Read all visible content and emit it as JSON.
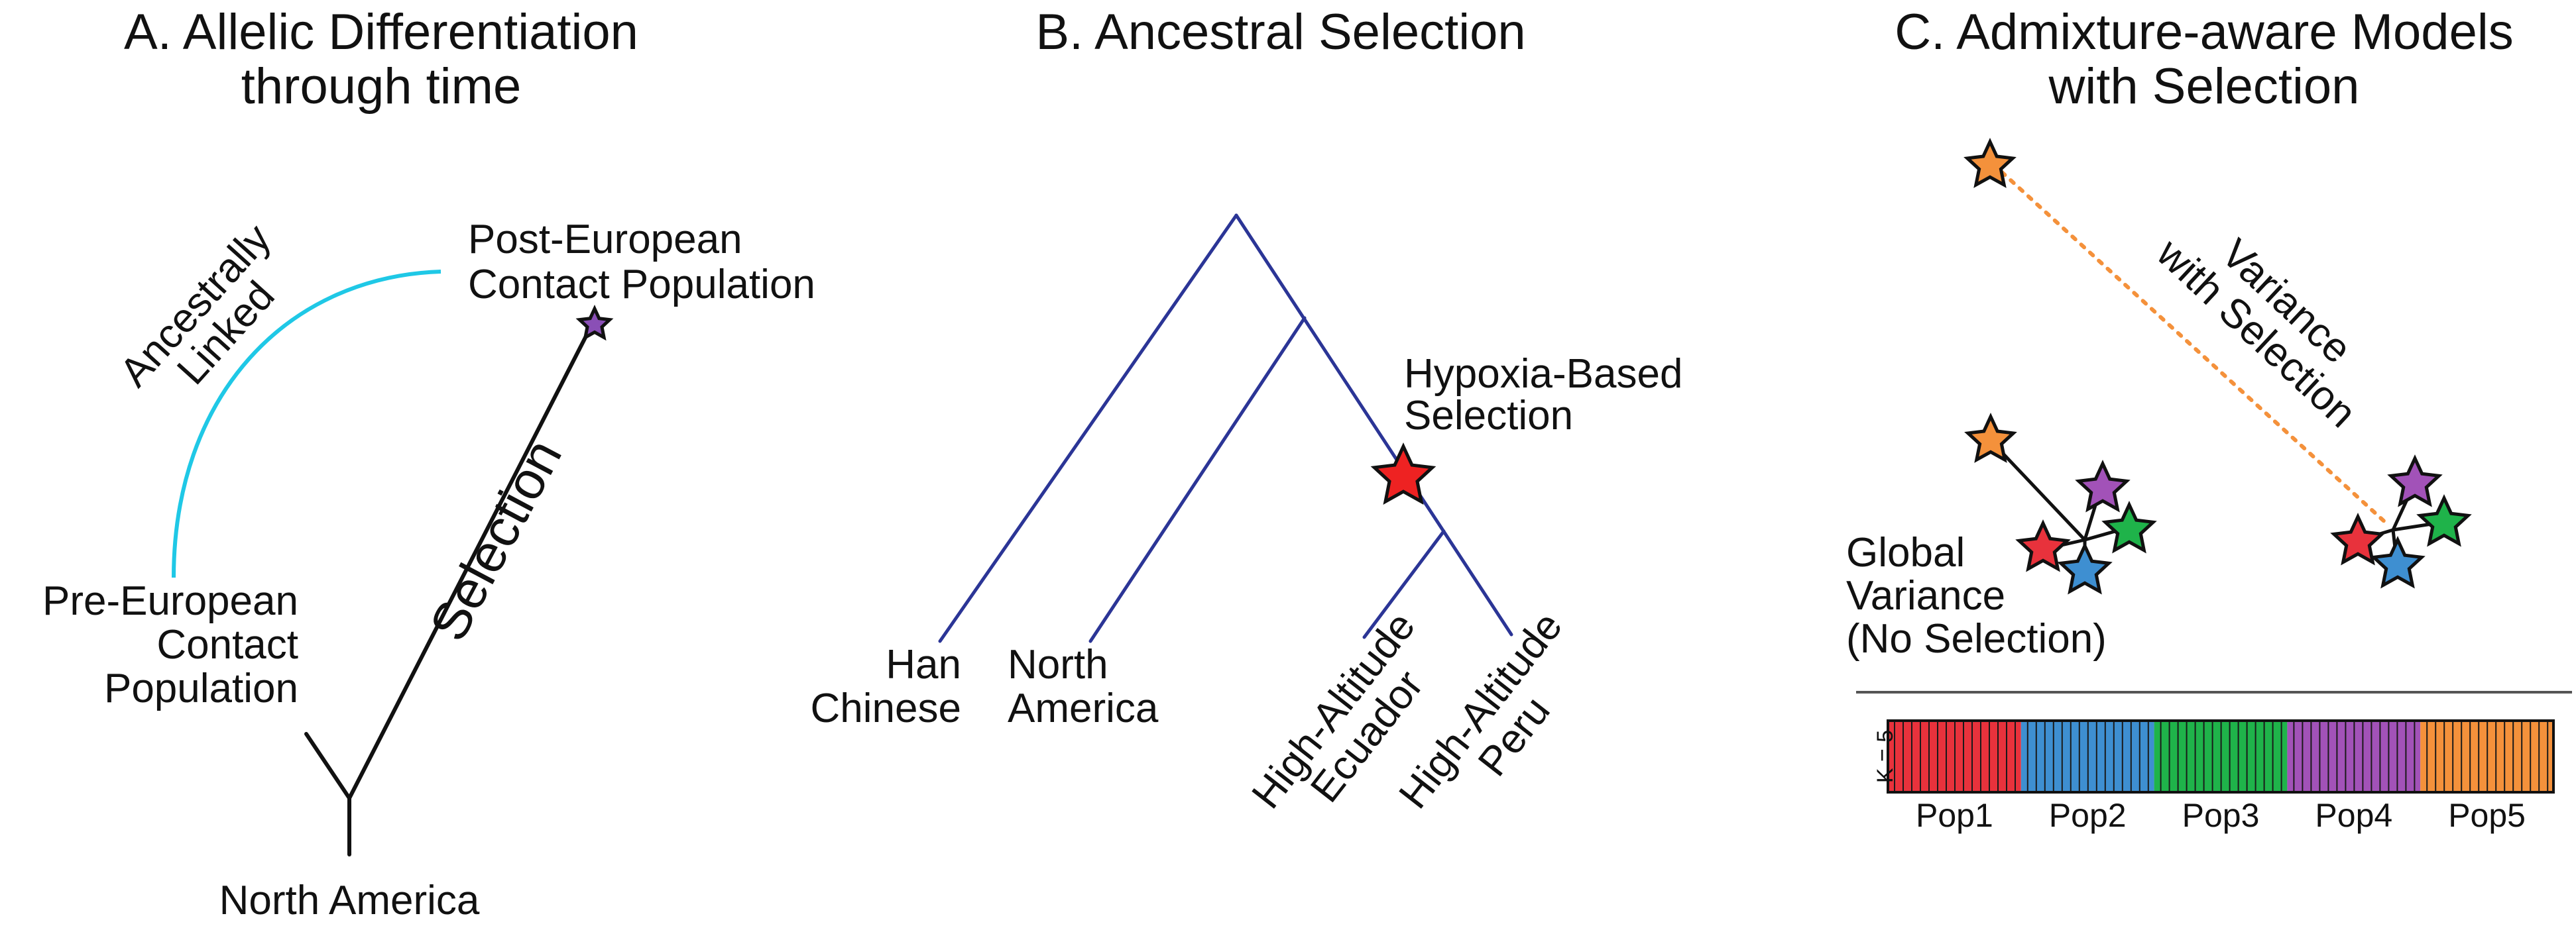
{
  "panelA": {
    "title_line1": "A. Allelic Differentiation",
    "title_line2": "through time",
    "post_line1": "Post-European",
    "post_line2": "Contact Population",
    "pre_line1": "Pre-European",
    "pre_line2": "Contact",
    "pre_line3": "Population",
    "link_line1": "Ancestrally",
    "link_line2": "Linked",
    "selection": "Selection",
    "root": "North America"
  },
  "panelB": {
    "title": "B. Ancestral Selection",
    "hypoxia_line1": "Hypoxia-Based",
    "hypoxia_line2": "Selection",
    "han_line1": "Han",
    "han_line2": "Chinese",
    "na_line1": "North",
    "na_line2": "America",
    "ecu_line1": "High-Altitude",
    "ecu_line2": "Ecuador",
    "peru_line1": "High-Altitude",
    "peru_line2": "Peru"
  },
  "panelC": {
    "title_line1": "C. Admixture-aware Models",
    "title_line2": "with Selection",
    "variance_line1": "Variance",
    "variance_line2": "with Selection",
    "global_line1": "Global",
    "global_line2": "Variance",
    "global_line3": "(No Selection)",
    "k_label": "K = 5",
    "pops": [
      {
        "name": "Pop1",
        "color": "#e8323c"
      },
      {
        "name": "Pop2",
        "color": "#3e8fd1"
      },
      {
        "name": "Pop3",
        "color": "#1fb34a"
      },
      {
        "name": "Pop4",
        "color": "#a252b8"
      },
      {
        "name": "Pop5",
        "color": "#f4913b"
      }
    ]
  },
  "colors": {
    "tree_blue": "#2b3596",
    "link_cyan": "#1fc8e6",
    "purple_star": "#8a4fb6",
    "red_star": "#ee2222",
    "orange_star": "#f4913b",
    "dotted_orange": "#f4913b"
  }
}
